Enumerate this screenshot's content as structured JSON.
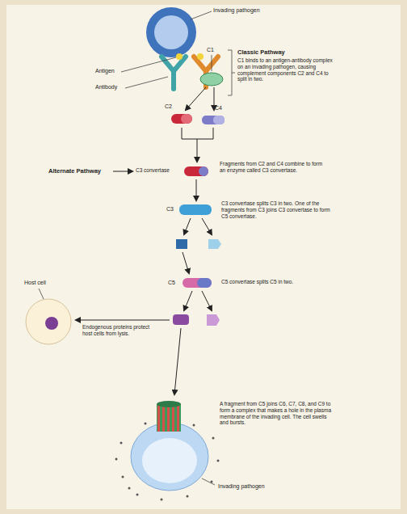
{
  "diagram": {
    "labels": [
      "Invading pathogen",
      "Antigen",
      "Antibody",
      "C1",
      "Classic Pathway",
      "C1 binds to an antigen-antibody complex on an invading pathogen, causing complement components C2 and C4 to split in two.",
      "C2",
      "C4",
      "Alternate Pathway",
      "C3 convertase",
      "Fragments from C2 and C4 combine to form an enzyme called C3 convertase.",
      "C3",
      "C3 convertase splits C3 in two. One of the fragments from C3 joins C3 convertase to form C5 convertase.",
      "C5",
      "C5 convertase splits C5 in two.",
      "Host cell",
      "Endogenous proteins protect host cells from lysis.",
      "A fragment from C5 joins C6, C7, C8, and C9 to form a complex that makes a hole in the plasma membrane of the invading cell. The cell swells and bursts.",
      "Invading pathogen"
    ]
  }
}
